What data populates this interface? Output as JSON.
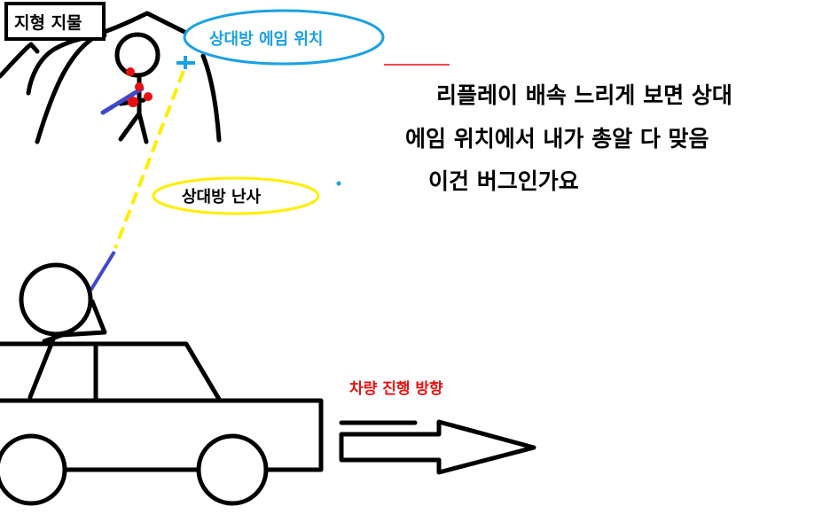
{
  "labels": {
    "terrain": "지형 지물",
    "enemy_aim": "상대방 에임 위치",
    "enemy_spray": "상대방 난사",
    "vehicle_direction": "차량 진행 방향"
  },
  "question": {
    "line1": "리플레이 배속 느리게 보면 상대",
    "line2": "에임 위치에서 내가 총알 다 맞음",
    "line3": "이건 버그인가요"
  },
  "colors": {
    "aim": "#1ba1e2",
    "spray": "#ffee00",
    "hit": "#e81010",
    "gun": "#3f48cc",
    "direction": "#e81010"
  }
}
